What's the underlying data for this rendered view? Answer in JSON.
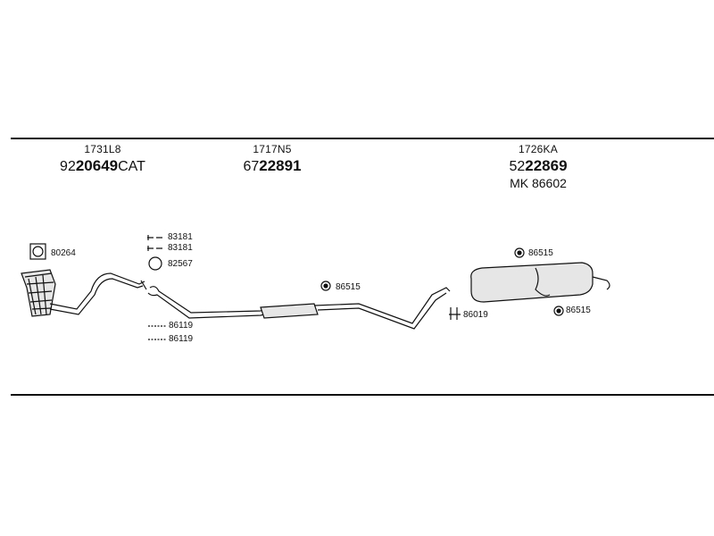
{
  "sections": [
    {
      "ref": "1731L8",
      "code_prefix": "92",
      "code_main": "20649",
      "code_suffix": "CAT"
    },
    {
      "ref": "1717N5",
      "code_prefix": "67",
      "code_main": "22891",
      "code_suffix": ""
    },
    {
      "ref": "1726KA",
      "code_prefix": "52",
      "code_main": "22869",
      "code_suffix": "",
      "mk": "MK  86602"
    }
  ],
  "labels": {
    "gasket_a": "80264",
    "clamp_1": "83181",
    "clamp_2": "83181",
    "ring": "82567",
    "mount_mid": "86515",
    "bolt_1": "86119",
    "bolt_2": "86119",
    "mount_rear_top": "86515",
    "bracket_rear": "86019",
    "mount_rear_bottom": "86515"
  },
  "colors": {
    "line": "#111111",
    "background": "#ffffff",
    "part_fill": "#e6e6e6"
  }
}
